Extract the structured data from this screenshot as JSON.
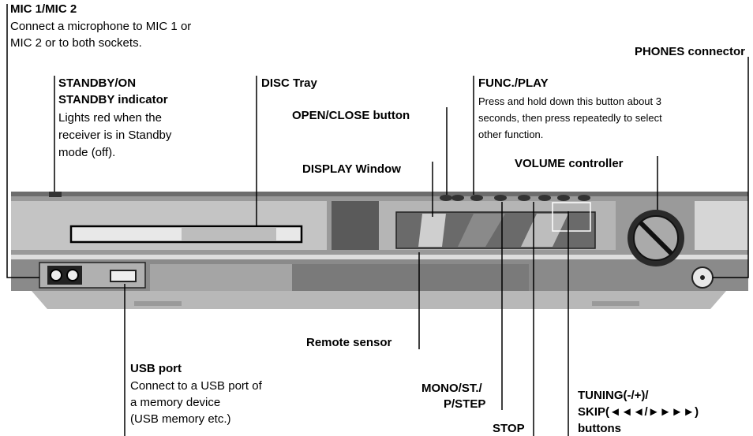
{
  "labels": {
    "mic_title": "MIC 1/MIC 2",
    "mic_desc_1": "Connect a microphone to MIC 1 or",
    "mic_desc_2": "MIC 2 or to both sockets.",
    "phones": "PHONES connector",
    "standby_on": "STANDBY/ON",
    "standby_ind": "STANDBY indicator",
    "standby_desc_1": "Lights red when the",
    "standby_desc_2": "receiver is in Standby",
    "standby_desc_3": "mode (off).",
    "disc_tray": "DISC Tray",
    "open_close": "OPEN/CLOSE button",
    "func_play": "FUNC./PLAY",
    "func_desc_1": "Press and hold down this button about 3",
    "func_desc_2": "seconds, then press repeatedly to select",
    "func_desc_3": "other function.",
    "display_window": "DISPLAY Window",
    "volume": "VOLUME controller",
    "remote_sensor": "Remote sensor",
    "usb_port": "USB port",
    "usb_desc_1": "Connect to a USB port of",
    "usb_desc_2": "a memory device",
    "usb_desc_3": "(USB memory etc.)",
    "mono_1": "MONO/ST./",
    "mono_2": "P/STEP",
    "stop": "STOP",
    "tuning_1": "TUNING(-/+)/",
    "tuning_2": "SKIP(◄◄◄/►►►►)",
    "tuning_3": "buttons"
  }
}
